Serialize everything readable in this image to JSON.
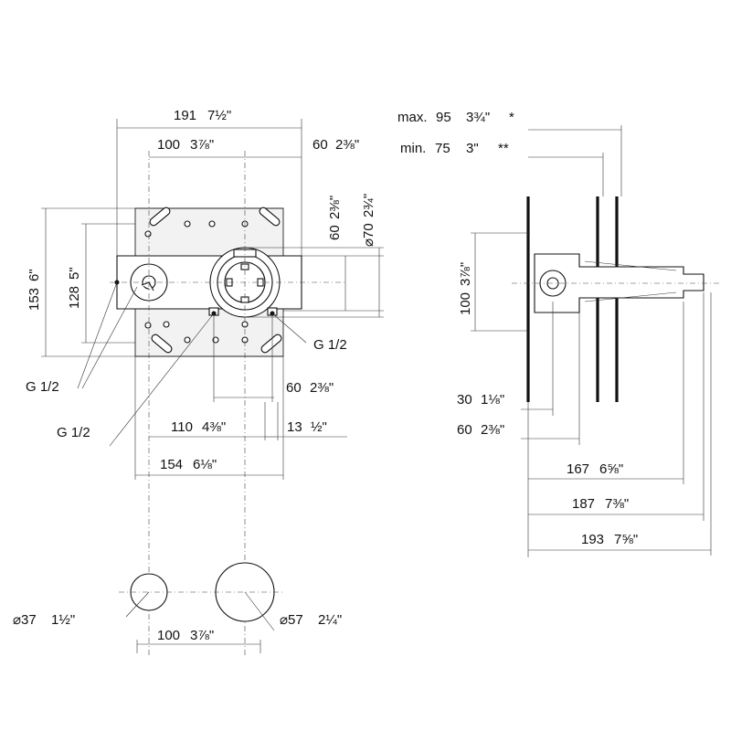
{
  "front_view": {
    "overall_width": {
      "value": "191",
      "inch": "7½\""
    },
    "center_distance": {
      "value": "100",
      "inch": "3⅞\""
    },
    "right_offset": {
      "value": "60",
      "inch": "2⅜\""
    },
    "height_60": {
      "value": "60",
      "inch": "2⅜\""
    },
    "diameter_70": {
      "value": "⌀70",
      "inch": "2¾\""
    },
    "height_153": {
      "value": "153",
      "inch": "6\""
    },
    "height_128": {
      "value": "128",
      "inch": "5\""
    },
    "thread_right": "G 1/2",
    "thread_left_upper": "G 1/2",
    "thread_left_lower": "G 1/2",
    "bottom_60": {
      "value": "60",
      "inch": "2⅜\""
    },
    "dim_110": {
      "value": "110",
      "inch": "4⅜\""
    },
    "dim_13": {
      "value": "13",
      "inch": "½\""
    },
    "dim_154": {
      "value": "154",
      "inch": "6⅛\""
    }
  },
  "rosettes": {
    "small_diameter": {
      "value": "⌀37",
      "inch": "1½\""
    },
    "large_diameter": {
      "value": "⌀57",
      "inch": "2¼\""
    },
    "center_distance": {
      "value": "100",
      "inch": "3⅞\""
    }
  },
  "side_view": {
    "max_depth": {
      "prefix": "max.",
      "value": "95",
      "inch": "3¾\"",
      "mark": "*"
    },
    "min_depth": {
      "prefix": "min.",
      "value": "75",
      "inch": "3\"",
      "mark": "**"
    },
    "height_100": {
      "value": "100",
      "inch": "3⅞\""
    },
    "dim_30": {
      "value": "30",
      "inch": "1⅛\""
    },
    "dim_60": {
      "value": "60",
      "inch": "2⅜\""
    },
    "dim_167": {
      "value": "167",
      "inch": "6⅝\""
    },
    "dim_187": {
      "value": "187",
      "inch": "7⅜\""
    },
    "dim_193": {
      "value": "193",
      "inch": "7⅝\""
    }
  }
}
